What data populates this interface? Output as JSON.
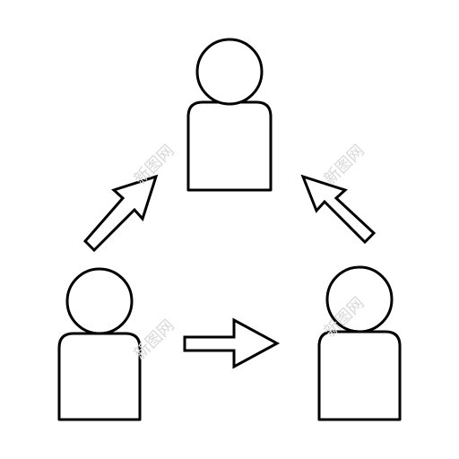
{
  "diagram": {
    "people": [
      {
        "id": "person-top"
      },
      {
        "id": "person-bottom-left"
      },
      {
        "id": "person-bottom-right"
      }
    ],
    "arrows": [
      {
        "id": "arrow-left-to-top"
      },
      {
        "id": "arrow-right-to-top"
      },
      {
        "id": "arrow-left-to-right"
      }
    ],
    "line_color": "#000000",
    "background": "#ffffff"
  },
  "watermark": {
    "text": "新图网"
  }
}
